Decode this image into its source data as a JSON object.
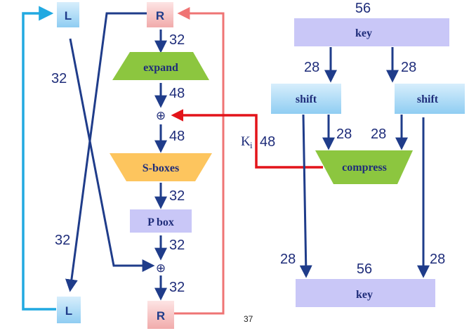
{
  "left_block": {
    "label": "L"
  },
  "right_block": {
    "label": "R"
  },
  "expand": {
    "label": "expand"
  },
  "sboxes": {
    "label": "S-boxes"
  },
  "pbox": {
    "label": "P box"
  },
  "xor_symbol": "⊕",
  "shift_left": {
    "label": "shift"
  },
  "shift_right": {
    "label": "shift"
  },
  "compress": {
    "label": "compress"
  },
  "key_top": {
    "label": "key",
    "bits": "56"
  },
  "key_bottom": {
    "label": "key",
    "bits": "56"
  },
  "subkey": {
    "symbol": "K",
    "subscript": "i",
    "bits": "48"
  },
  "wire_labels": {
    "r_to_expand": "32",
    "expand_to_xor": "48",
    "xor_to_sbox": "48",
    "sbox_to_pbox": "32",
    "pbox_to_xor": "32",
    "xor_to_r": "32",
    "l_cross": "32",
    "r_cross": "32",
    "key_left": "28",
    "key_right": "28",
    "shift_left_to_compress": "28",
    "shift_right_to_compress": "28",
    "shift_left_to_key": "28",
    "shift_right_to_key": "28"
  },
  "page_number": "37",
  "colors": {
    "navy": "#1f3c8a",
    "blue_box": "#a9d8f5",
    "red_box": "#f6c7c7",
    "green": "#8cc63f",
    "orange": "#fdc55e",
    "lavender": "#c9c7f7",
    "cyan_line": "#21a9e1",
    "pink_line": "#ef7474",
    "red_line": "#e3141a"
  }
}
